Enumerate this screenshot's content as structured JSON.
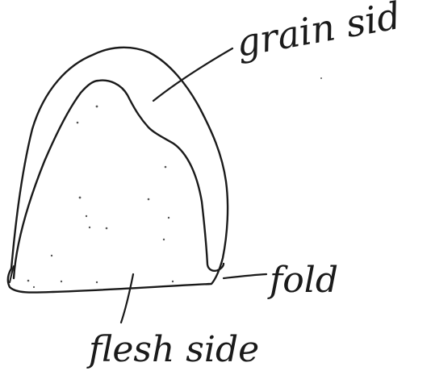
{
  "labels": {
    "grain_side": "grain sid",
    "fold": "fold",
    "flesh_side": "flesh side"
  }
}
